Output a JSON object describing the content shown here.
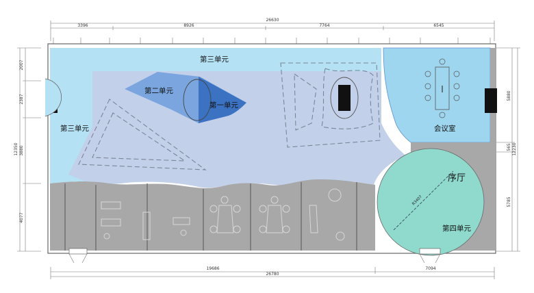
{
  "dimensions": {
    "top_total": "26630",
    "top_segments": [
      "3396",
      "8926",
      "7764",
      "6545"
    ],
    "bottom_total": "26780",
    "bottom_segments": [
      "19686",
      "7094"
    ],
    "left_total": "12350",
    "left_segments": [
      "2007",
      "2387",
      "3880",
      "4077"
    ],
    "right_total": "12230",
    "right_segments": [
      "5880",
      "565",
      "5785"
    ]
  },
  "zones": {
    "unit_3_top": "第三单元",
    "unit_3_left": "第三单元",
    "unit_2": "第二单元",
    "unit_1": "第一单元",
    "meeting_room": "会议室",
    "lobby": "序厅",
    "unit_4": "第四单元",
    "radius": "R3407"
  },
  "colors": {
    "light_blue": "#b4e1f4",
    "lavender": "#c3d0ea",
    "unit_blue": "#5b8fd1",
    "lobby_teal": "#8fdacd",
    "grey": "#a8a8a8",
    "black": "#111111"
  }
}
